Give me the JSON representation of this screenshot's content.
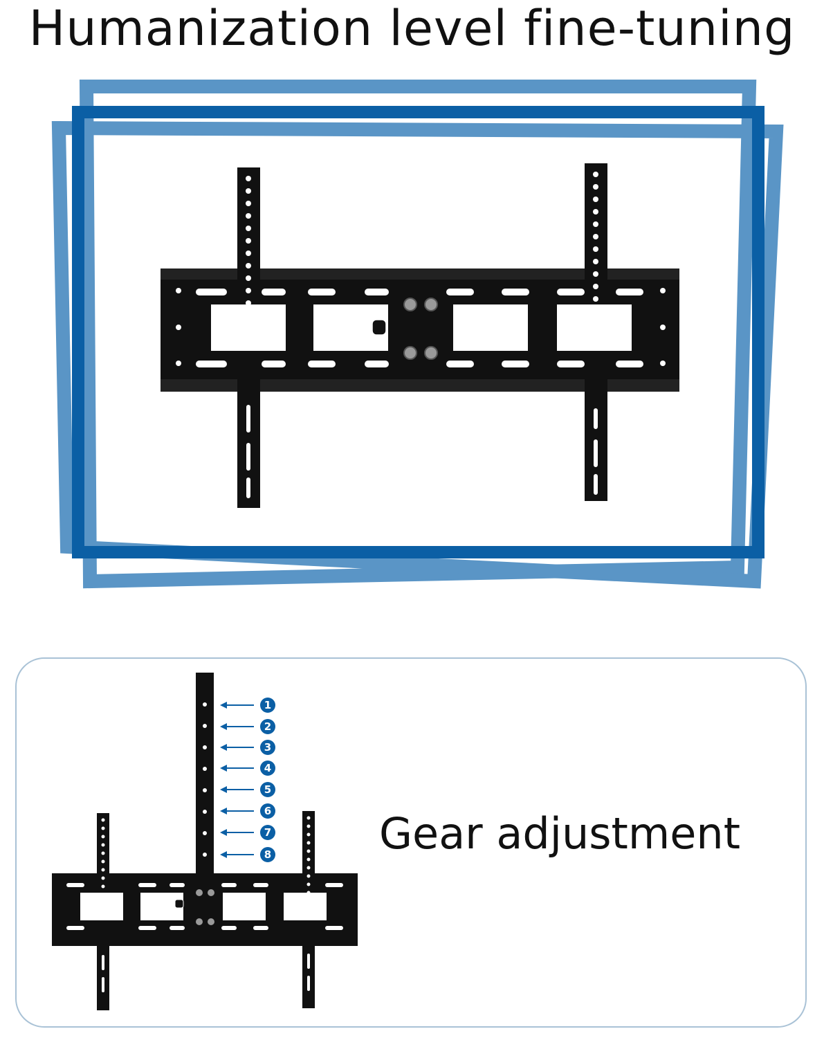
{
  "title": "Humanization level fine-tuning",
  "colors": {
    "frame_light": "#4f8fc2",
    "frame_dark": "#0b5fa5",
    "bracket": "#111111",
    "gear_marker": "#0b5fa5",
    "box_border": "#a9c2d6"
  },
  "gear": {
    "label": "Gear adjustment",
    "positions": [
      "1",
      "2",
      "3",
      "4",
      "5",
      "6",
      "7",
      "8"
    ]
  }
}
